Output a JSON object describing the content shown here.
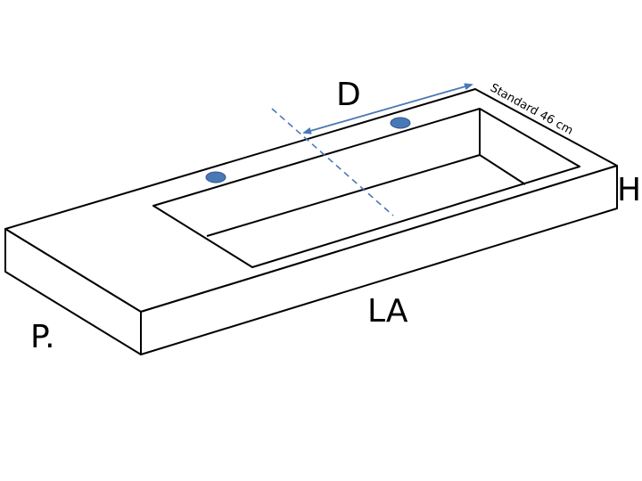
{
  "diagram": {
    "labels": {
      "depth": "D",
      "standard": "Standard 46 cm",
      "height": "H",
      "length": "LA",
      "width": "P."
    },
    "colors": {
      "outline": "#000000",
      "fill": "#ffffff",
      "arrow": "#4a78b5",
      "dashed": "#4a78b5",
      "tap_hole": "#4a78b5",
      "tap_hole_stroke": "#2e5591"
    },
    "tap_holes": 2
  }
}
